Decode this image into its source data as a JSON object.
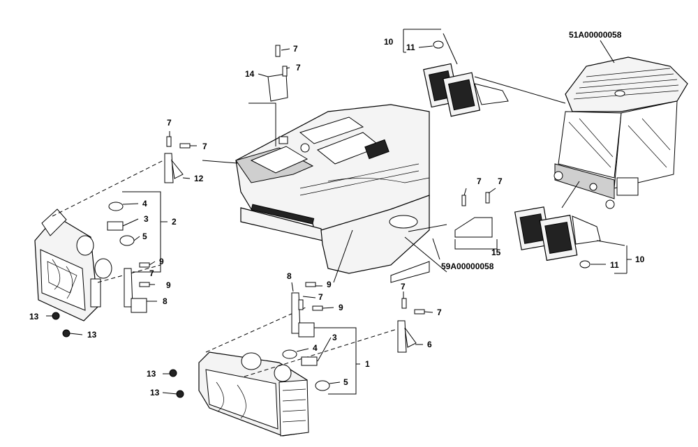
{
  "callouts": {
    "c_10_top": "10",
    "c_11_top": "11",
    "c_cab_code": "51A00000058",
    "c_7_a": "7",
    "c_7_b": "7",
    "c_14": "14",
    "c_7_c": "7",
    "c_7_d": "7",
    "c_12": "12",
    "c_4_l": "4",
    "c_3_l": "3",
    "c_2": "2",
    "c_5_l": "5",
    "c_9_a": "9",
    "c_7_e": "7",
    "c_9_b": "9",
    "c_8_l": "8",
    "c_13_a": "13",
    "c_13_b": "13",
    "c_7_f": "7",
    "c_7_g": "7",
    "c_15": "15",
    "c_frame_code": "59A00000058",
    "c_11_r": "11",
    "c_10_r": "10",
    "c_8_m": "8",
    "c_9_c": "9",
    "c_7_h": "7",
    "c_9_d": "9",
    "c_7_i": "7",
    "c_7_j": "7",
    "c_6": "6",
    "c_4_m": "4",
    "c_3_m": "3",
    "c_1": "1",
    "c_5_m": "5",
    "c_13_c": "13",
    "c_13_d": "13"
  }
}
